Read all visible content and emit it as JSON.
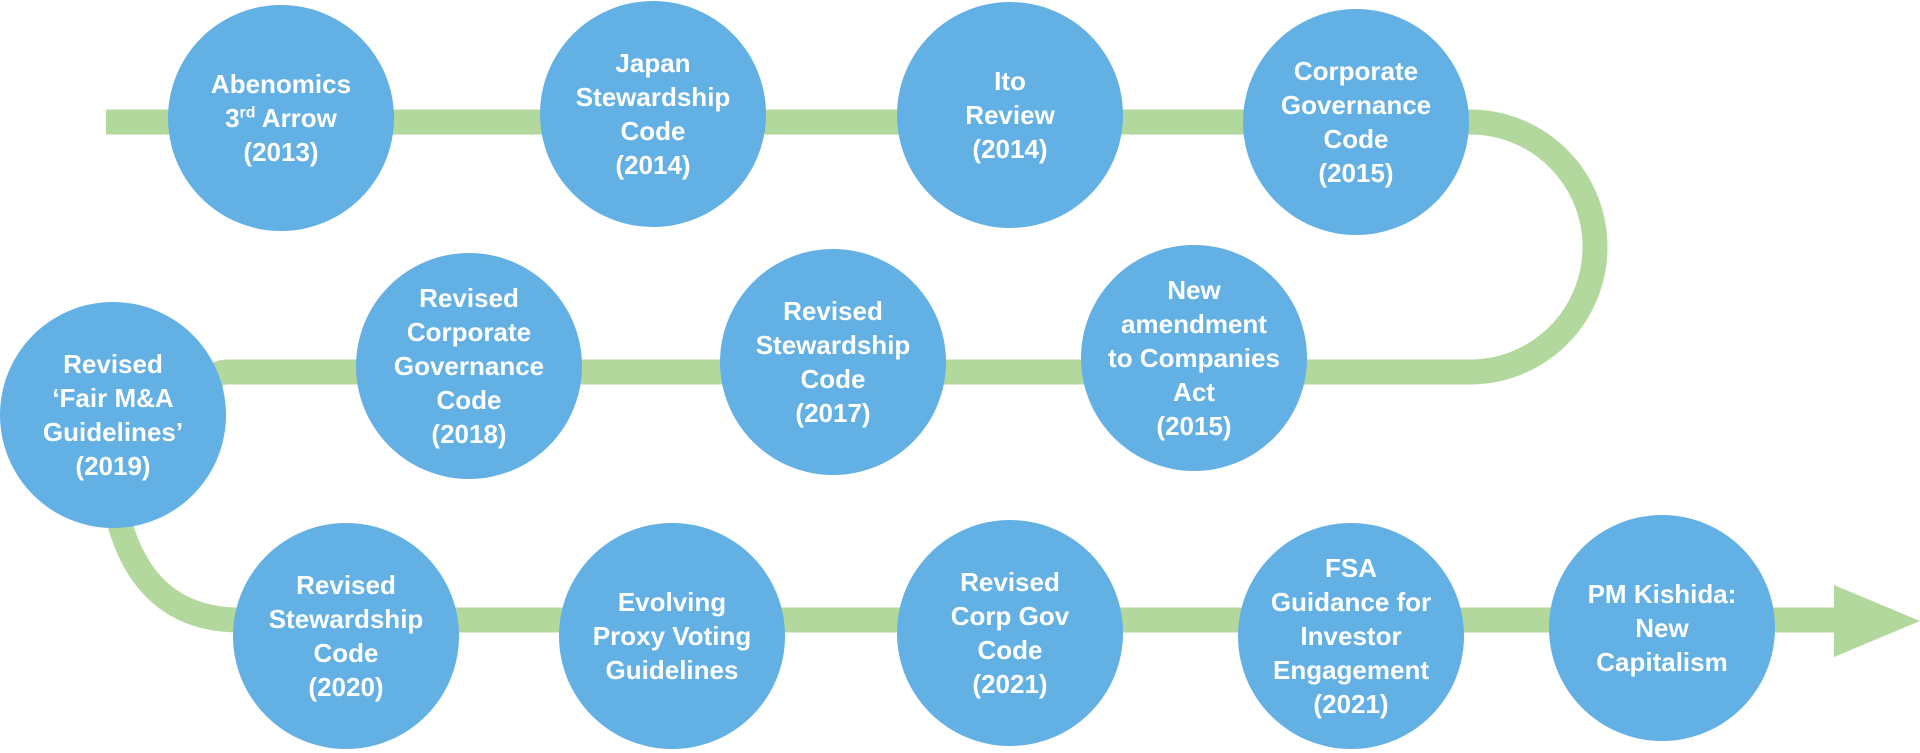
{
  "colors": {
    "circle_fill": "#62b0e4",
    "path_color": "#b3d89d",
    "text_color": "#ffffff",
    "background": "#ffffff"
  },
  "nodes": [
    {
      "id": "abenomics-3rd-arrow",
      "lines": [
        "Abenomics",
        "3",
        "rd",
        " Arrow",
        "(2013)"
      ]
    },
    {
      "id": "japan-stewardship-code",
      "lines": [
        "Japan",
        "Stewardship",
        "Code",
        "(2014)"
      ]
    },
    {
      "id": "ito-review",
      "lines": [
        "Ito",
        "Review",
        "(2014)"
      ]
    },
    {
      "id": "corporate-governance-code",
      "lines": [
        "Corporate",
        "Governance",
        "Code",
        "(2015)"
      ]
    },
    {
      "id": "new-amendment-companies-act",
      "lines": [
        "New",
        "amendment",
        "to Companies",
        "Act",
        "(2015)"
      ]
    },
    {
      "id": "revised-stewardship-code-2017",
      "lines": [
        "Revised",
        "Stewardship",
        "Code",
        "(2017)"
      ]
    },
    {
      "id": "revised-corporate-governance-code-2018",
      "lines": [
        "Revised",
        "Corporate",
        "Governance",
        "Code",
        "(2018)"
      ]
    },
    {
      "id": "revised-fair-ma-guidelines",
      "lines": [
        "Revised",
        "‘Fair M&A",
        "Guidelines’",
        "(2019)"
      ]
    },
    {
      "id": "revised-stewardship-code-2020",
      "lines": [
        "Revised",
        "Stewardship",
        "Code",
        "(2020)"
      ]
    },
    {
      "id": "evolving-proxy-voting-guidelines",
      "lines": [
        "Evolving",
        "Proxy Voting",
        "Guidelines"
      ]
    },
    {
      "id": "revised-corp-gov-code-2021",
      "lines": [
        "Revised",
        "Corp Gov",
        "Code",
        "(2021)"
      ]
    },
    {
      "id": "fsa-guidance-investor-engagement",
      "lines": [
        "FSA",
        "Guidance for",
        "Investor",
        "Engagement",
        "(2021)"
      ]
    },
    {
      "id": "pm-kishida-new-capitalism",
      "lines": [
        "PM Kishida:",
        "New",
        "Capitalism"
      ]
    }
  ]
}
